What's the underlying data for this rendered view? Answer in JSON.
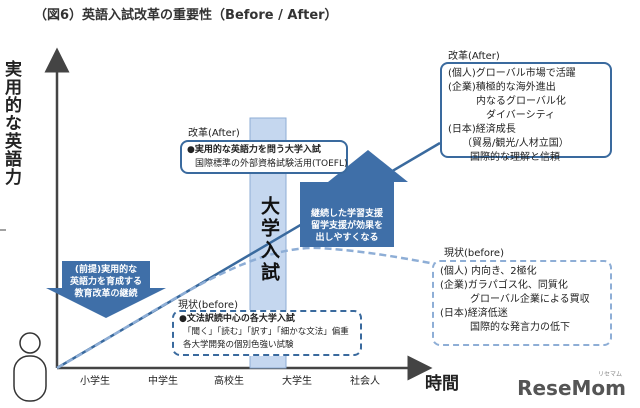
{
  "title": "（図6）英語入試改革の重要性（Before / After）",
  "y_axis_label": "実用的な英語力",
  "x_axis_label": "時間",
  "x_stages": [
    "小学生",
    "中学生",
    "高校生",
    "大学生",
    "社会人"
  ],
  "pillar_label": "大学入試",
  "after_top": {
    "heading": "改革(After)",
    "lines": [
      "(個人)グローバル市場で活躍",
      "(企業)積極的な海外進出",
      "内なるグローバル化",
      "ダイバーシティ",
      "(日本)経済成長",
      "（貿易/観光/人材立国）",
      "国際的な理解と信頼"
    ]
  },
  "before_right": {
    "heading": "現状(before)",
    "lines": [
      "(個人) 内向き、2極化",
      "(企業)ガラパゴス化、同質化",
      "グローバル企業による買収",
      "(日本)経済低迷",
      "国際的な発言力の低下"
    ]
  },
  "after_exam": {
    "heading": "改革(After)",
    "lines": [
      "●実用的な英語力を問う大学入試",
      "国際標準の外部資格試験活用(TOEFL)"
    ]
  },
  "before_exam": {
    "heading": "現状(before)",
    "lines": [
      "●文法訳読中心の各大学入試",
      "「聞く」「読む」「訳す」「細かな文法」偏重",
      "各大学開発の個別色強い試験"
    ]
  },
  "arrow_left": {
    "lines": [
      "(前提)実用的な",
      "英語力を育成する",
      "教育改革の継続"
    ]
  },
  "arrow_right": {
    "lines": [
      "継続した学習支援",
      "留学支援が効果を",
      "出しやすくなる"
    ]
  },
  "logo": {
    "text": "ReseMom",
    "sub": "リセマム"
  },
  "colors": {
    "accent": "#3a6a9e",
    "arrow_fill": "#3f6fa8",
    "pillar_fill": "#c5d7ef",
    "dash_light": "#8eaed6"
  }
}
